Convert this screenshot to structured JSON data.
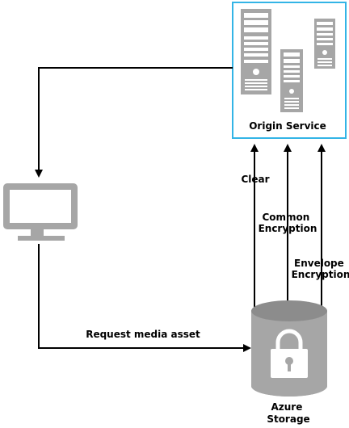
{
  "origin_service": {
    "label": "Origin Service"
  },
  "storage": {
    "label_line1": "Azure",
    "label_line2": "Storage"
  },
  "request_label": "Request media asset",
  "streams": [
    {
      "label_lines": [
        "Clear"
      ]
    },
    {
      "label_lines": [
        "Common",
        "Encryption"
      ]
    },
    {
      "label_lines": [
        "Envelope",
        "Encryption"
      ]
    }
  ],
  "colors": {
    "box_border": "#33b4e6",
    "gray": "#a6a6a6",
    "dark_gray": "#8c8c8c",
    "arrow": "#000000"
  }
}
